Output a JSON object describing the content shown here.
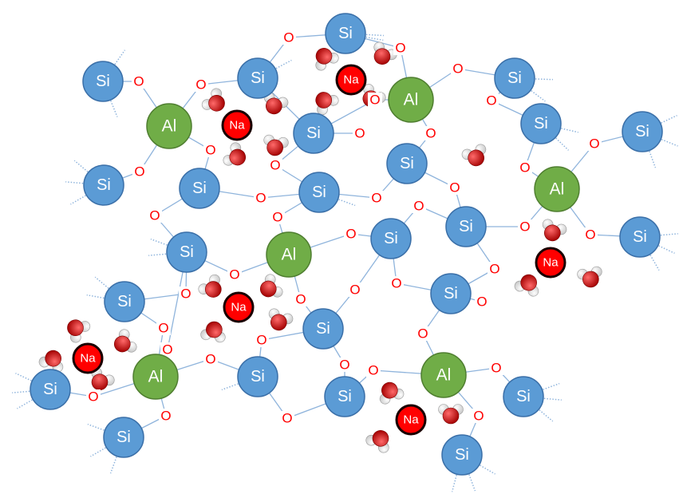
{
  "labels": {
    "si": "Si",
    "al": "Al",
    "na": "Na",
    "o": "O"
  },
  "colors": {
    "silicon": "#5b9bd5",
    "aluminium": "#70ad47",
    "sodium": "#ff0000",
    "oxygen_text": "#ff0000",
    "bond": "#8fb4dc",
    "water_oxygen": "#d42020",
    "water_hydrogen": "#ffffff"
  }
}
